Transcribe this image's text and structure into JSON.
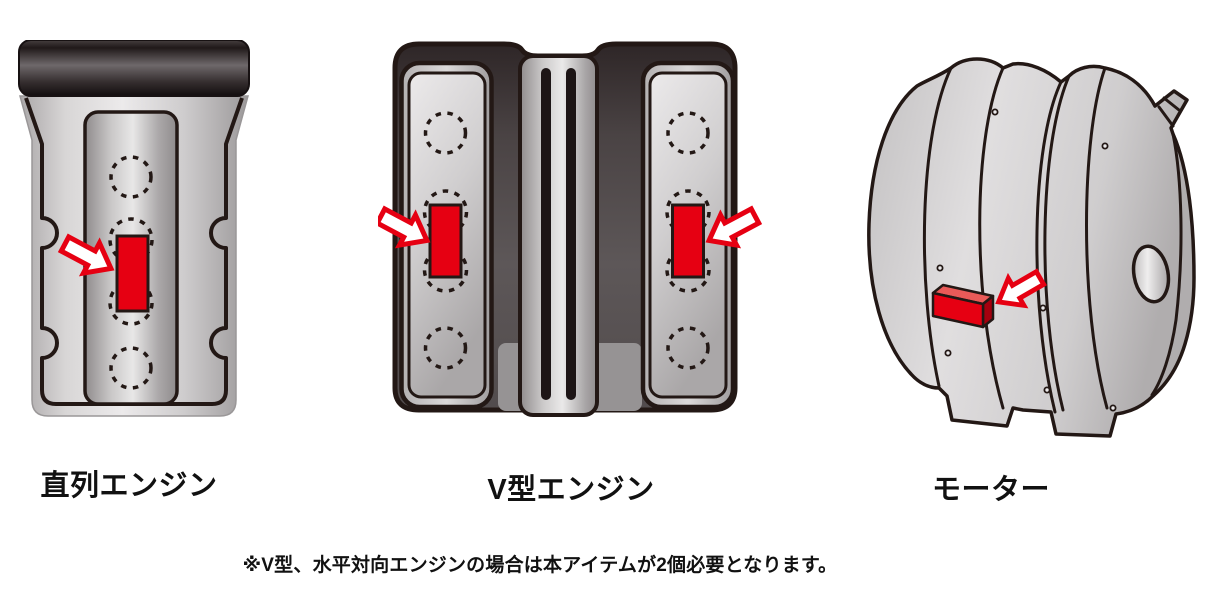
{
  "figures": [
    {
      "id": "inline-engine",
      "label": "直列エンジン"
    },
    {
      "id": "v-engine",
      "label": "V型エンジン"
    },
    {
      "id": "motor",
      "label": "モーター"
    }
  ],
  "note": "※V型、水平対向エンジンの場合は本アイテムが2個必要となります。",
  "colors": {
    "marker_red": "#e60012",
    "marker_red_top": "#ea5a58",
    "marker_red_side": "#a5000e",
    "outline_dark": "#231815",
    "metal_light": "#e9e8e8",
    "metal_dark": "#9c999a"
  },
  "icons": [
    {
      "name": "position-arrow-icon",
      "style": "white arrow with red outline pointing at red marker"
    }
  ]
}
